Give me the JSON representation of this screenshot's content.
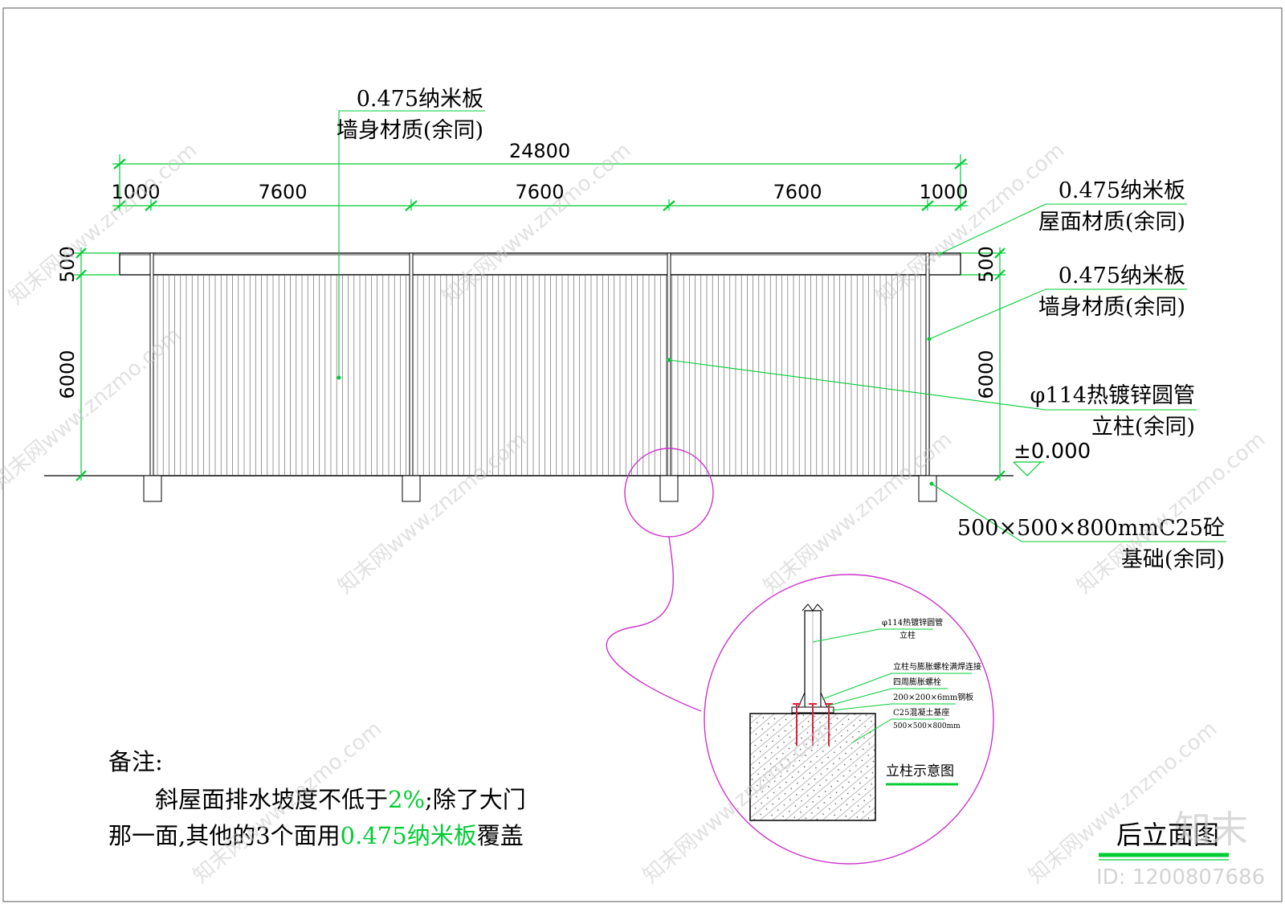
{
  "dimensions": {
    "overall": "24800",
    "edge_left": "1000",
    "bay_1": "7600",
    "bay_2": "7600",
    "bay_3": "7600",
    "edge_right": "1000",
    "roof_left": "500",
    "wall_left": "6000",
    "roof_right": "500",
    "wall_right": "6000",
    "elevation": "±0.000"
  },
  "labels": {
    "top_panel_1": "0.475纳米板",
    "top_panel_2": "墙身材质(余同)",
    "roof_1": "0.475纳米板",
    "roof_2": "屋面材质(余同)",
    "wall_1": "0.475纳米板",
    "wall_2": "墙身材质(余同)",
    "column_1": "φ114热镀锌圆管",
    "column_2": "立柱(余同)",
    "foundation_1": "500×500×800mmC25砼",
    "foundation_2": "基础(余同)"
  },
  "detail": {
    "pipe_1": "φ114热镀锌圆管",
    "pipe_2": "立柱",
    "weld": "立柱与膨胀螺栓满焊连接",
    "bolts": "四周膨胀螺栓",
    "plate": "200×200×6mm钢板",
    "base_1": "C25混凝土基座",
    "base_2": "500×500×800mm",
    "title": "立柱示意图"
  },
  "notes": {
    "heading": "备注:",
    "line1_a": "斜屋面排水坡度不低于",
    "line1_b": "2%",
    "line1_c": ";除了大门",
    "line2_a": "那一面,其他的3个面用",
    "line2_b": "0.475纳米板",
    "line2_c": "覆盖"
  },
  "drawing_title": "后立面图",
  "watermark": {
    "text": "知末网www.znzmo.com",
    "logo": "知末",
    "id": "ID: 1200807686"
  },
  "colors": {
    "dimension": "#00cc33",
    "detail_circle": "#cc33cc",
    "bolt": "#e0203a",
    "line": "#000000"
  }
}
